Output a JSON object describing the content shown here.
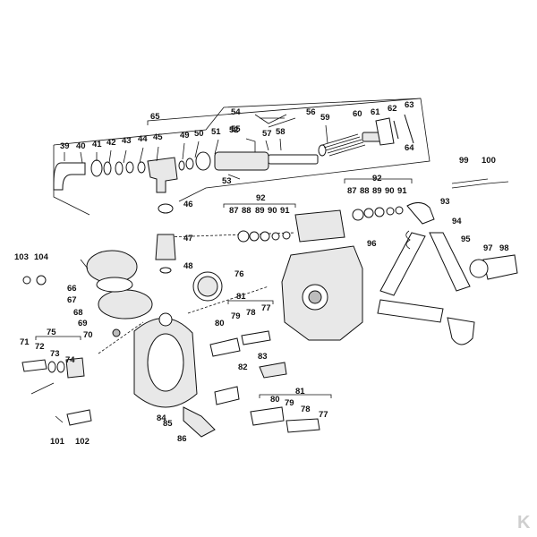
{
  "watermark_text": "K",
  "callouts": [
    "39",
    "40",
    "41",
    "42",
    "43",
    "44",
    "45",
    "49",
    "50",
    "51",
    "52",
    "53",
    "54",
    "55",
    "56",
    "57",
    "58",
    "59",
    "60",
    "61",
    "62",
    "63",
    "64",
    "65",
    "46",
    "47",
    "48",
    "76",
    "87",
    "88",
    "89",
    "90",
    "91",
    "92",
    "93",
    "94",
    "95",
    "96",
    "97",
    "98",
    "99",
    "100",
    "103",
    "104",
    "66",
    "67",
    "68",
    "69",
    "70",
    "71",
    "72",
    "73",
    "74",
    "75",
    "77",
    "78",
    "79",
    "80",
    "81",
    "82",
    "83",
    "84",
    "85",
    "86",
    "101",
    "102"
  ]
}
